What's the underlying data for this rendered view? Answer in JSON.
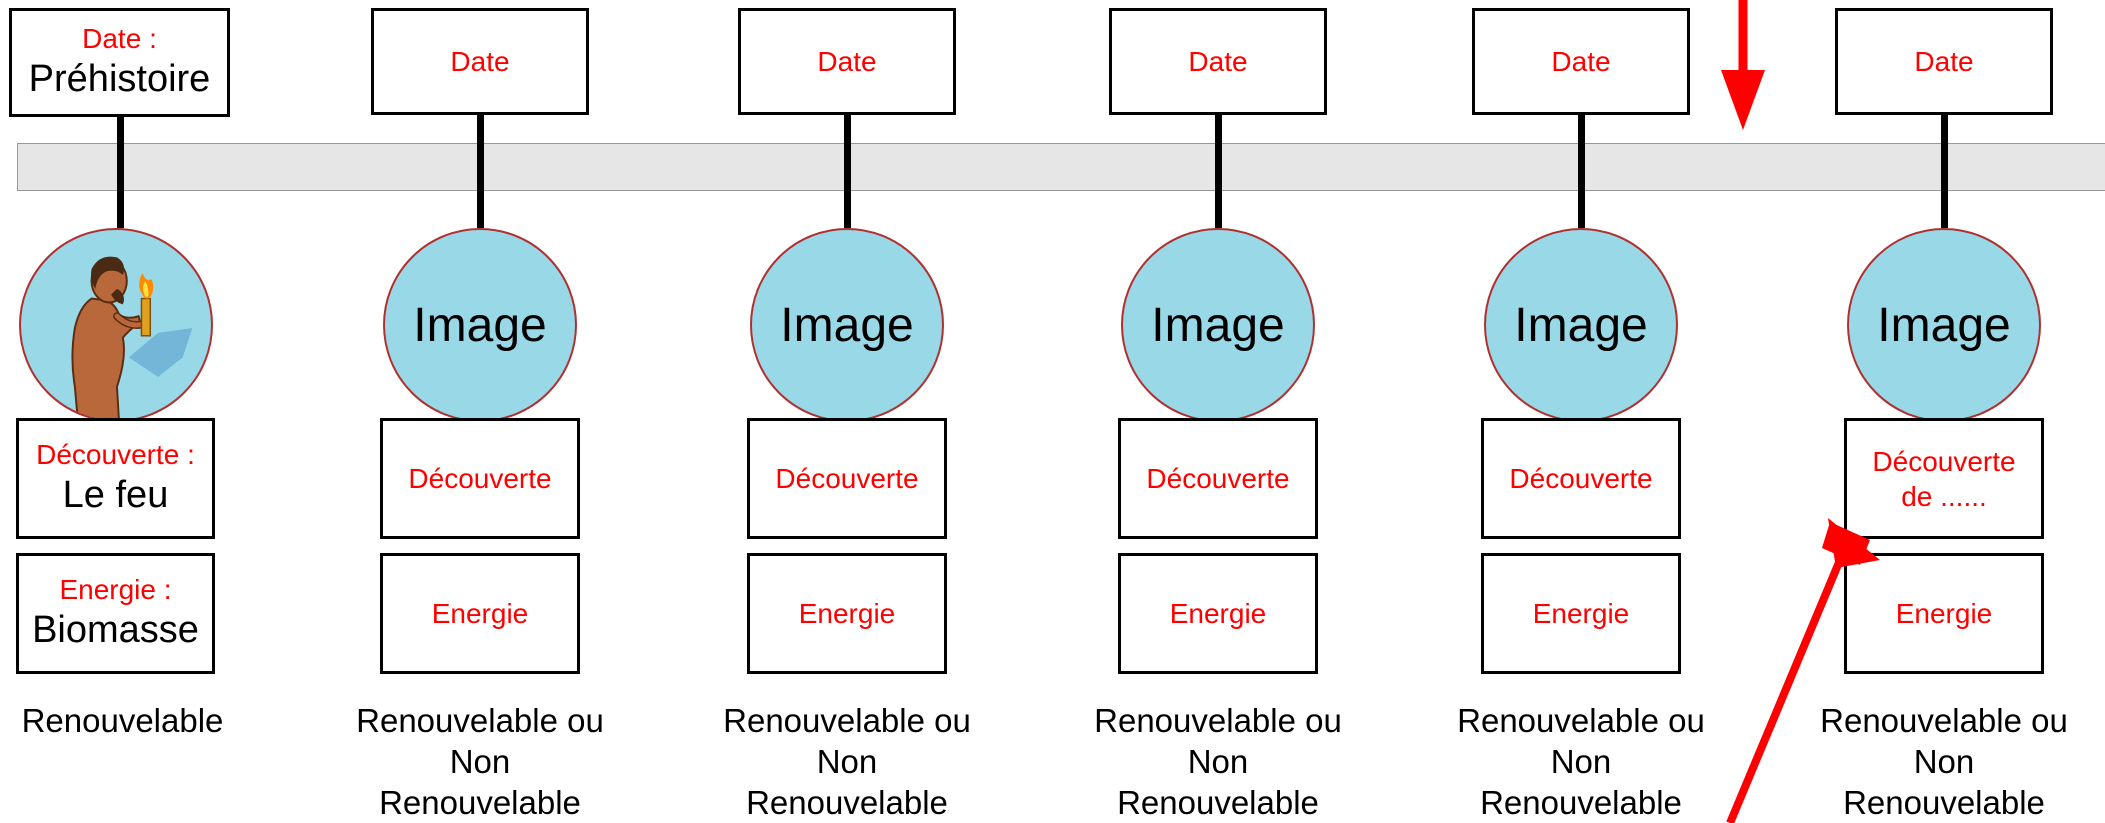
{
  "colors": {
    "label": "#ff0000",
    "circle_fill": "#99d8e6",
    "timeline": "#e6e6e6",
    "arrow": "#ff0000"
  },
  "first_item": {
    "date_label": "Date :",
    "date_value": "Préhistoire",
    "discovery_label": "Découverte :",
    "discovery_value": "Le feu",
    "energy_label": "Energie :",
    "energy_value": "Biomasse",
    "footer": "Renouvelable",
    "image_icon": "caveman-with-torch-icon"
  },
  "items": [
    {
      "date": "Date",
      "image": "Image",
      "discovery": "Découverte",
      "energy": "Energie",
      "footer": [
        "Renouvelable ou",
        "Non",
        "Renouvelable"
      ]
    },
    {
      "date": "Date",
      "image": "Image",
      "discovery": "Découverte",
      "energy": "Energie",
      "footer": [
        "Renouvelable ou",
        "Non",
        "Renouvelable"
      ]
    },
    {
      "date": "Date",
      "image": "Image",
      "discovery": "Découverte",
      "energy": "Energie",
      "footer": [
        "Renouvelable ou",
        "Non",
        "Renouvelable"
      ]
    },
    {
      "date": "Date",
      "image": "Image",
      "discovery": "Découverte",
      "energy": "Energie",
      "footer": [
        "Renouvelable ou",
        "Non",
        "Renouvelable"
      ]
    },
    {
      "date": "Date",
      "image": "Image",
      "discovery": [
        "Découverte",
        "de ......"
      ],
      "energy": "Energie",
      "footer": [
        "Renouvelable ou",
        "Non",
        "Renouvelable"
      ]
    }
  ],
  "arrows": [
    "down-arrow-icon",
    "diagonal-arrow-icon"
  ]
}
